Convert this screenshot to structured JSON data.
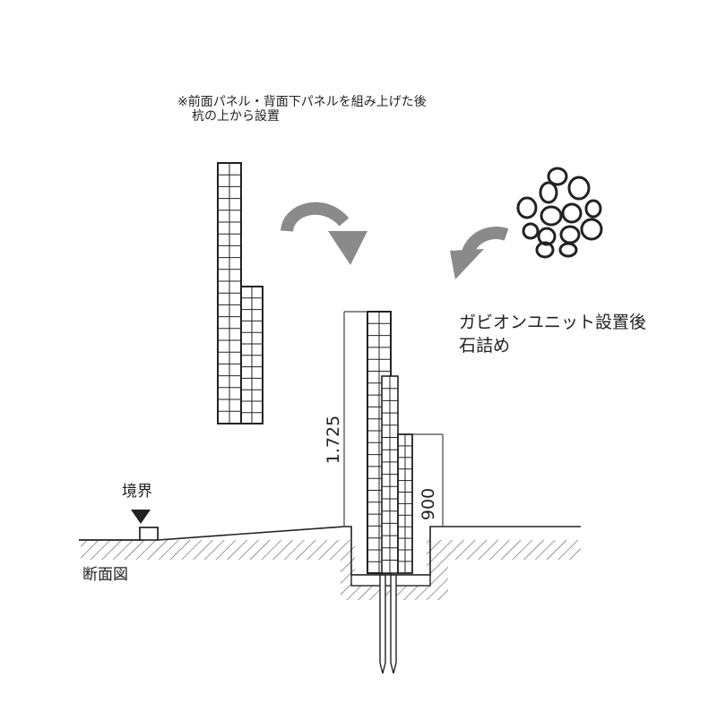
{
  "note": {
    "line1": "※前面パネル・背面下パネルを組み上げた後",
    "line2": "杭の上から設置"
  },
  "stones_label": {
    "line1": "ガビオンユニット設置後",
    "line2": "石詰め"
  },
  "boundary_label": "境界",
  "section_label": "断面図",
  "dimensions": {
    "height_total": "1.725",
    "height_lower": "900"
  },
  "colors": {
    "line": "#222222",
    "arrow": "#8a8a8a",
    "background": "#ffffff"
  },
  "icons": [
    "curved-arrow-icon",
    "boundary-marker-icon",
    "stones-icon"
  ]
}
